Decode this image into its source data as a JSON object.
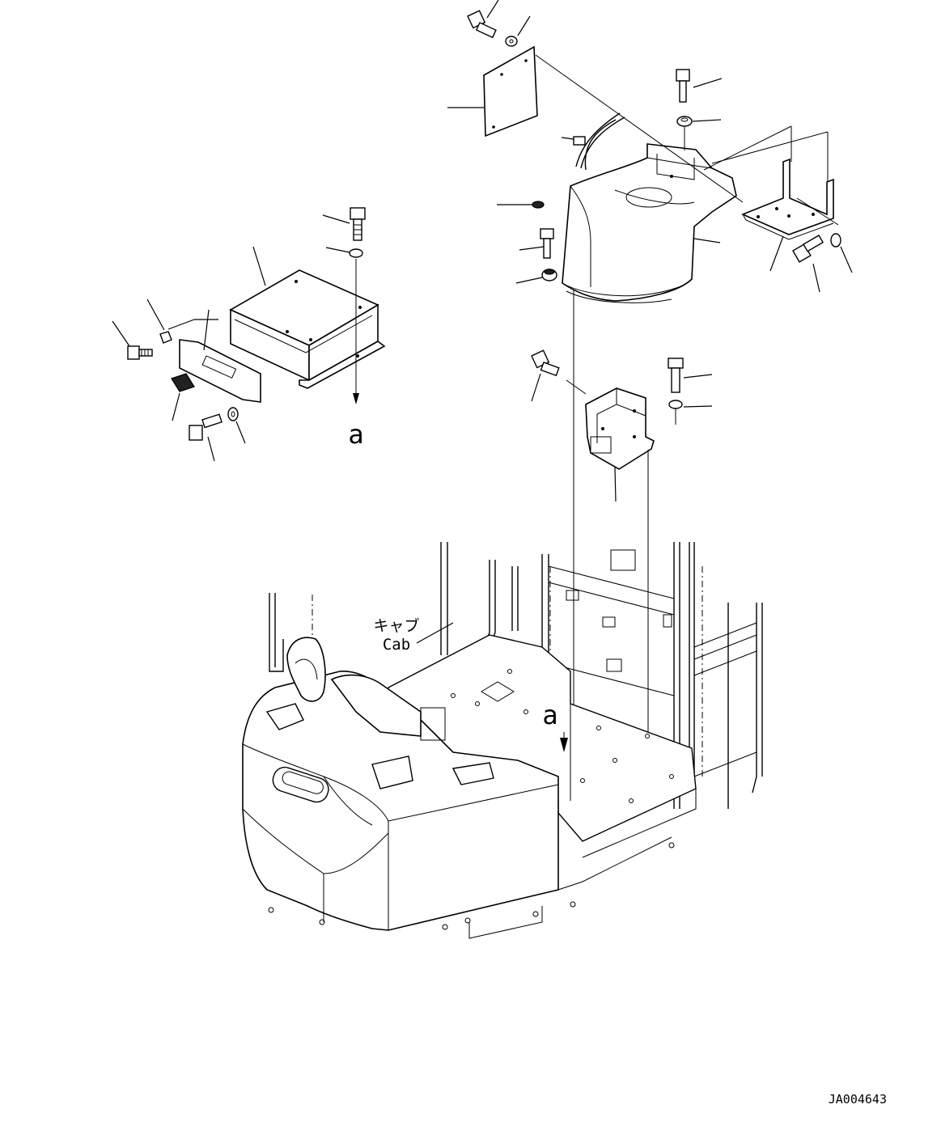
{
  "labels": {
    "cab_jp": "キャブ",
    "cab_en": "Cab",
    "ref_a_upper": "a",
    "ref_a_lower": "a"
  },
  "figure_id": "JA004643"
}
